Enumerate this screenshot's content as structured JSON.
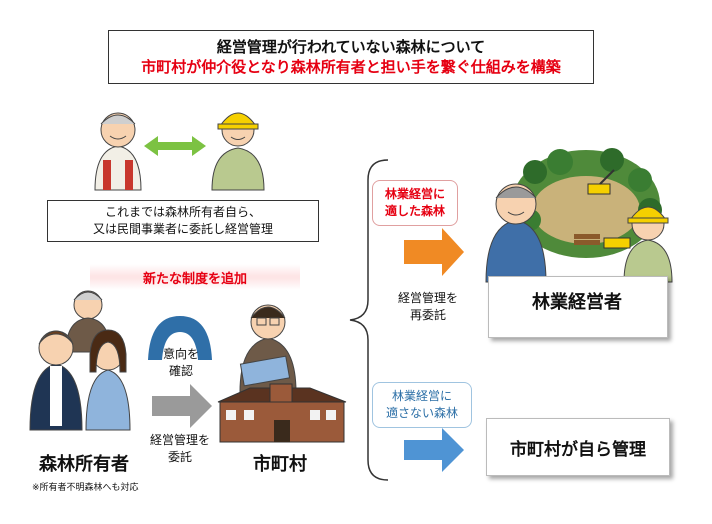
{
  "title": {
    "line1": "経営管理が行われていない森林について",
    "line2": "市町村が仲介役となり森林所有者と担い手を繋ぐ仕組みを構築"
  },
  "previous": {
    "line1": "これまでは森林所有者自ら、",
    "line2": "又は民間事業者に委託し経営管理"
  },
  "new_system": "新たな制度を追加",
  "confirm_intent": {
    "line1": "意向を",
    "line2": "確認"
  },
  "entrust": {
    "line1": "経営管理を",
    "line2": "委託"
  },
  "forest_owners_label": "森林所有者",
  "owner_note": "※所有者不明森林へも対応",
  "municipality_label": "市町村",
  "re_entrust": {
    "line1": "経営管理を",
    "line2": "再委託"
  },
  "suitable_forest": {
    "line1": "林業経営に",
    "line2": "適した森林"
  },
  "unsuitable_forest": {
    "line1": "林業経営に",
    "line2": "適さない森林"
  },
  "forestry_operator_label": "林業経営者",
  "municipality_self_manage": "市町村が自ら管理",
  "colors": {
    "accent_red": "#e60012",
    "arrow_green": "#7cc242",
    "arrow_orange": "#f08a24",
    "arrow_blue": "#4f94d4",
    "arrow_gray": "#9a9a9a",
    "arc_blue": "#2f6fa8",
    "helmet_yellow": "#f5d000",
    "worker_shirt": "#b9c98f"
  }
}
